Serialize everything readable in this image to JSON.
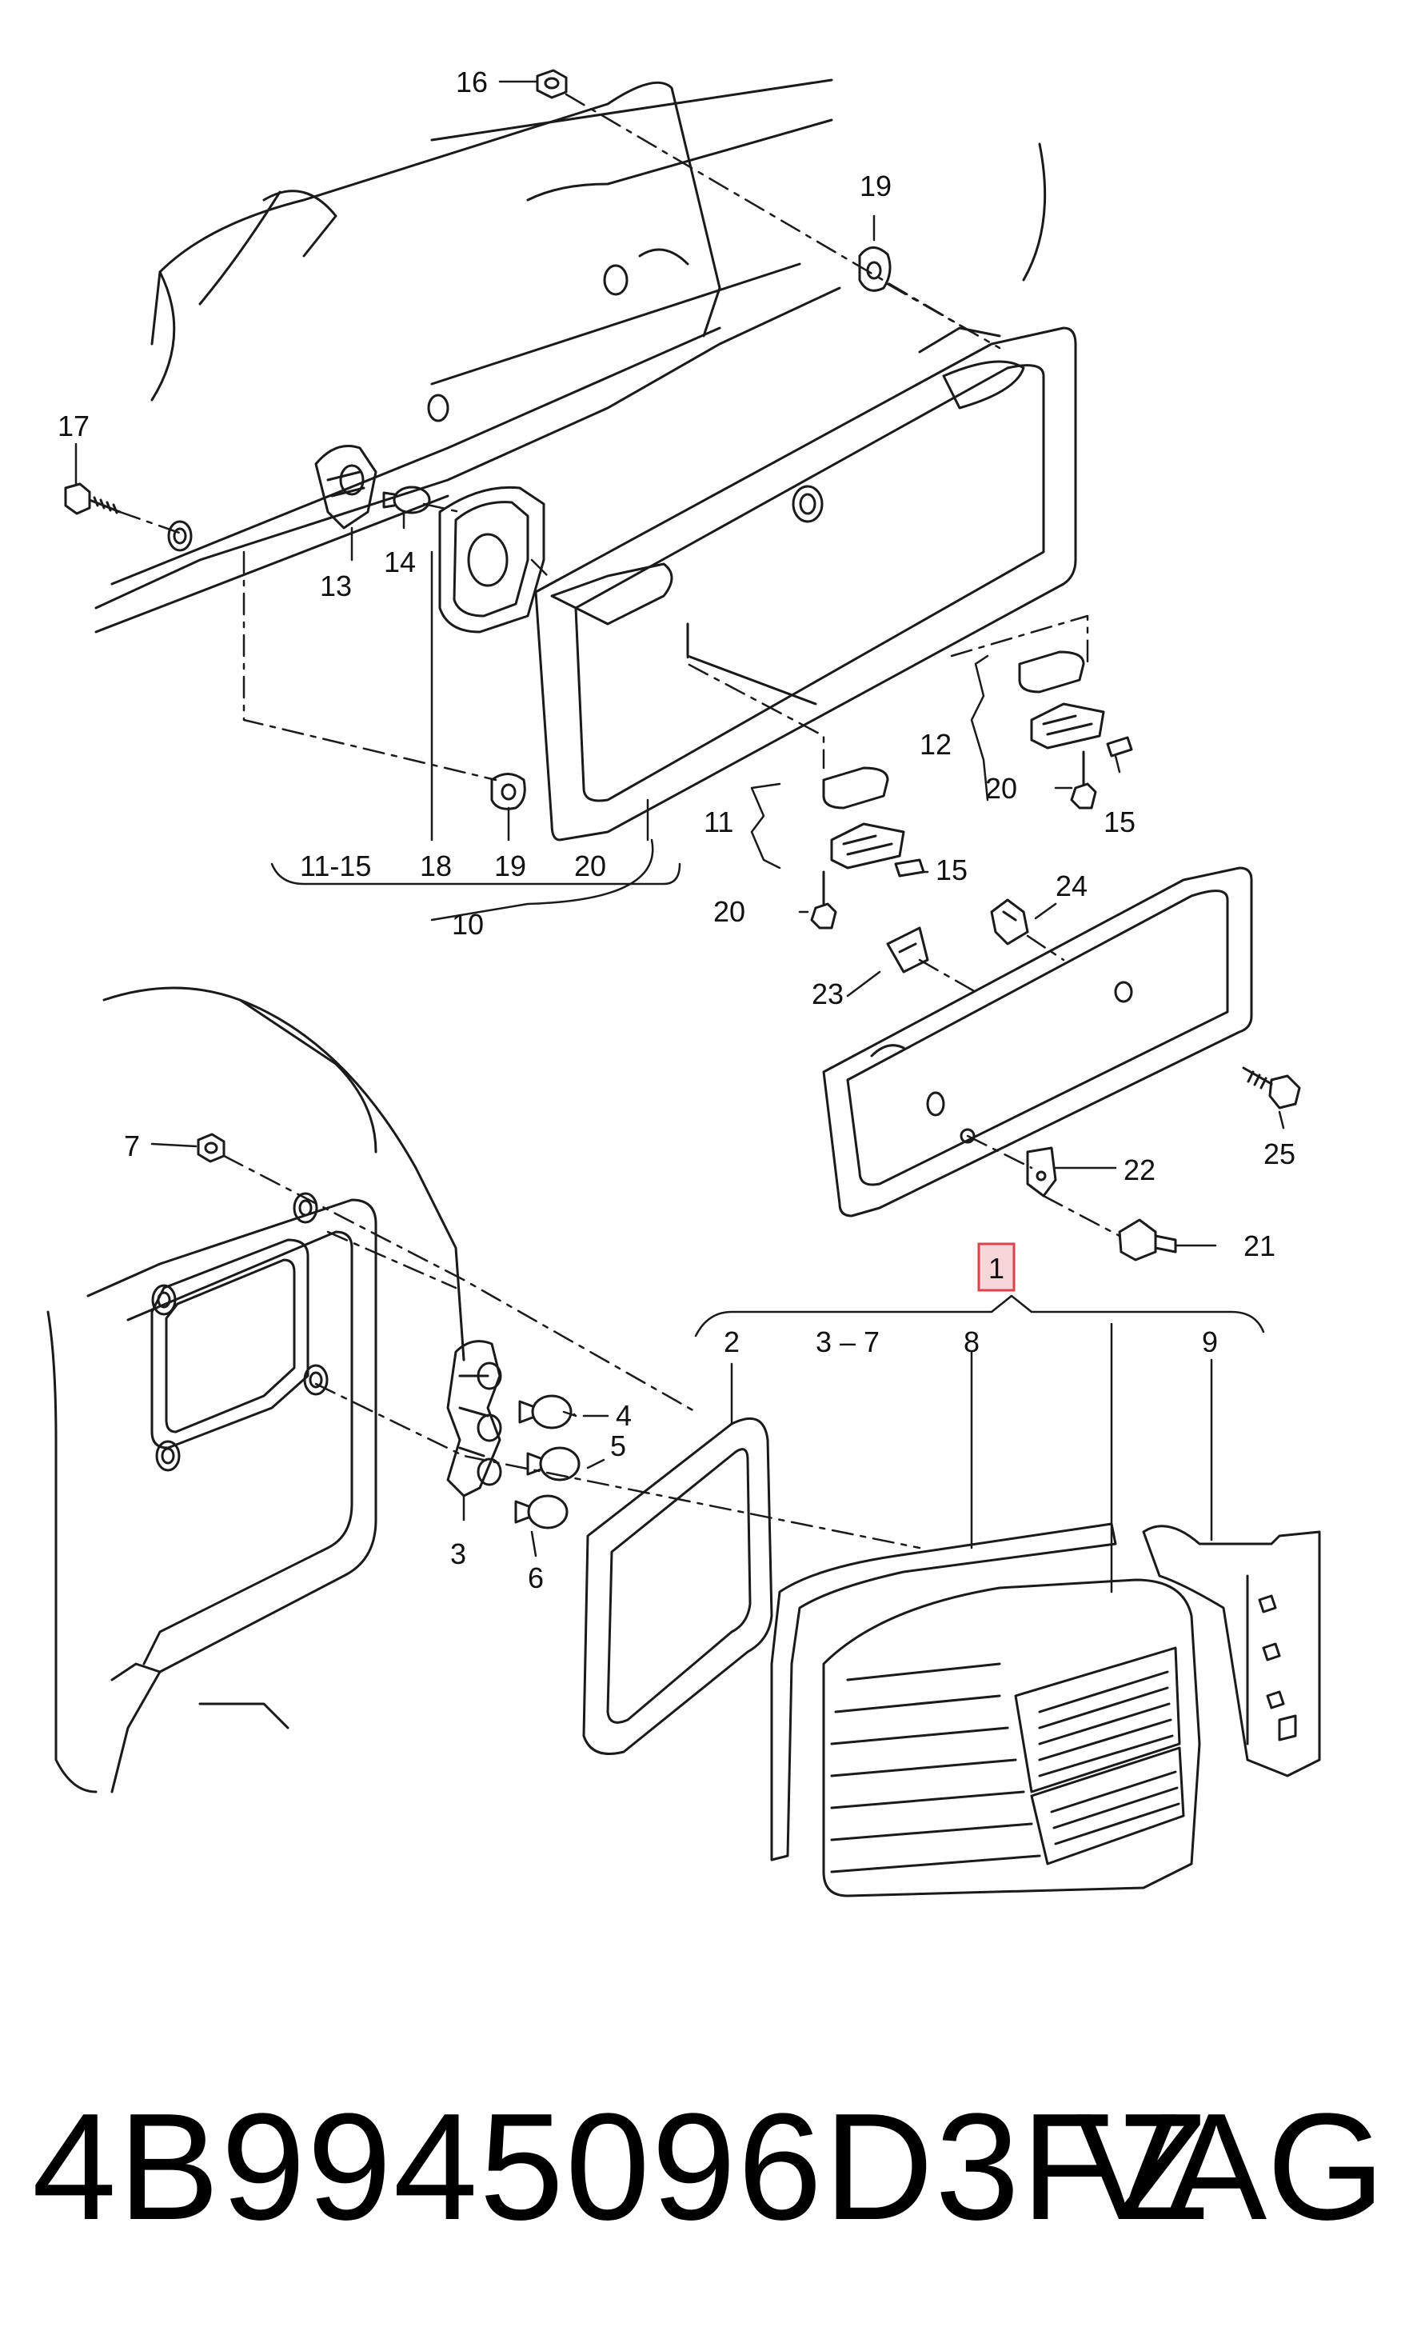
{
  "callouts": {
    "c16": "16",
    "c19a": "19",
    "c17": "17",
    "c13": "13",
    "c14": "14",
    "c18": "18",
    "c19b": "19",
    "c20a": "20",
    "c1115": "11-15",
    "c10": "10",
    "c11": "11",
    "c15a": "15",
    "c20b": "20",
    "c12": "12",
    "c20c": "20",
    "c15b": "15",
    "c24": "24",
    "c23": "23",
    "c25": "25",
    "c22": "22",
    "c21": "21",
    "c7": "7",
    "c1": "1",
    "c2": "2",
    "c37": "3 – 7",
    "c8": "8",
    "c9": "9",
    "c4": "4",
    "c5": "5",
    "c3": "3",
    "c6": "6"
  },
  "footer": {
    "part_number": "4B9945096D3FZ",
    "brand": "VAG"
  },
  "colors": {
    "line": "#1a1a1a",
    "highlight_fill": "#f7d6da",
    "highlight_stroke": "#d9434f"
  }
}
